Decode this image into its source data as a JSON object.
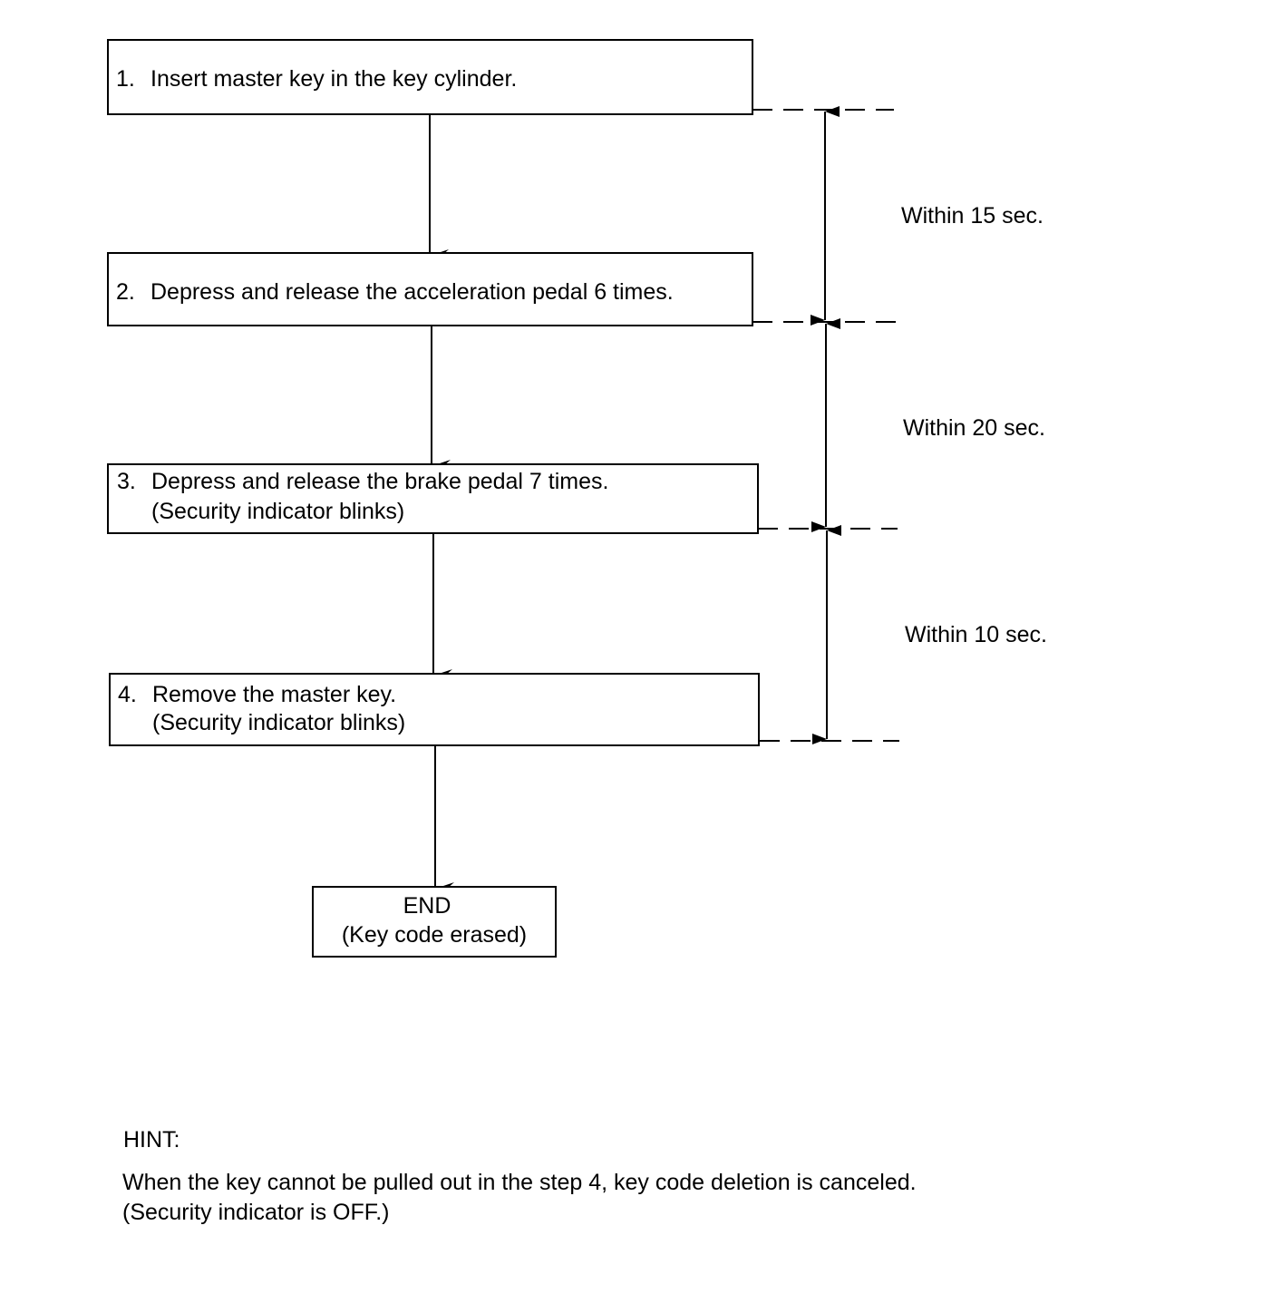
{
  "steps": [
    {
      "number": "1.",
      "lines": [
        "Insert master key in the key cylinder."
      ]
    },
    {
      "number": "2.",
      "lines": [
        "Depress and release the acceleration pedal 6 times."
      ]
    },
    {
      "number": "3.",
      "lines": [
        "Depress and release the brake pedal 7 times.",
        "(Security indicator blinks)"
      ]
    },
    {
      "number": "4.",
      "lines": [
        "Remove the master key.",
        "(Security indicator blinks)"
      ]
    }
  ],
  "end": {
    "title": "END",
    "subtitle": "(Key code erased)"
  },
  "intervals": [
    {
      "label": "Within 15 sec."
    },
    {
      "label": "Within 20 sec."
    },
    {
      "label": "Within 10 sec."
    }
  ],
  "hint": {
    "heading": "HINT:",
    "lines": [
      "When the key cannot be pulled out in the step 4, key code deletion is canceled.",
      "(Security indicator is OFF.)"
    ]
  }
}
